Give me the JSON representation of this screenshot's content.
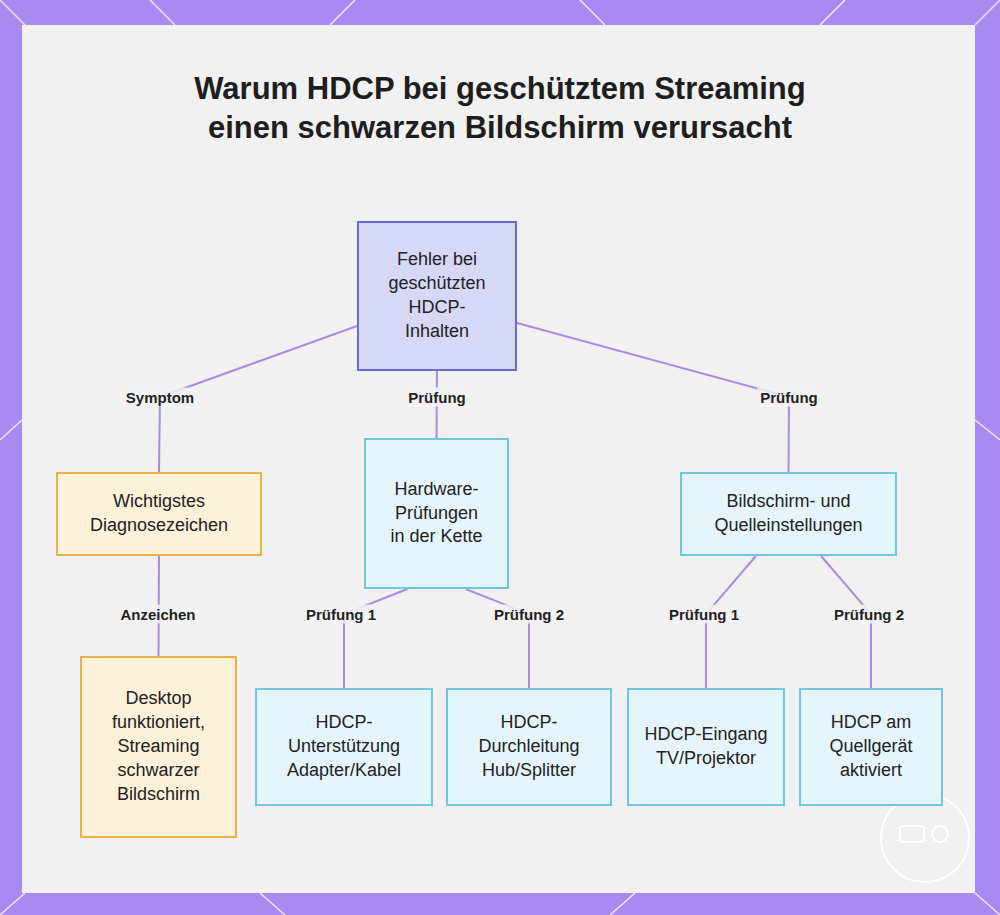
{
  "diagram": {
    "title": "Warum HDCP bei geschütztem Streaming einen schwarzen Bildschirm verursacht",
    "nodes": [
      {
        "text": [
          "Fehler bei geschützten HDCP-Inhalten"
        ]
      },
      {
        "text": [
          "Wichtigstes Diagnosezeichen"
        ]
      },
      {
        "text": [
          "Hardware-Prüfungen in der Kette"
        ]
      },
      {
        "text": [
          "Bildschirm- und Quelleinstellungen"
        ]
      },
      {
        "text": [
          "Desktop funktioniert, Streaming schwarzer Bildschirm"
        ]
      },
      {
        "text": [
          "HDCP-Unterstützung Adapter/Kabel"
        ]
      },
      {
        "text": [
          "HDCP-Durchleitung Hub/Splitter"
        ]
      },
      {
        "text": [
          "HDCP-Eingang TV/Projektor"
        ]
      },
      {
        "text": [
          "HDCP am Quellgerät aktiviert"
        ]
      }
    ],
    "edges": [
      {
        "from": 0,
        "to": 1,
        "label": "Symptom",
        "arrow": "none"
      },
      {
        "from": 0,
        "to": 2,
        "label": "Prüfung",
        "arrow": "none"
      },
      {
        "from": 0,
        "to": 3,
        "label": "Prüfung",
        "arrow": "none"
      },
      {
        "from": 1,
        "to": 4,
        "label": "Anzeichen",
        "arrow": "none"
      },
      {
        "from": 2,
        "to": 5,
        "label": "Prüfung 1",
        "arrow": "none"
      },
      {
        "from": 2,
        "to": 6,
        "label": "Prüfung 2",
        "arrow": "none"
      },
      {
        "from": 3,
        "to": 7,
        "label": "Prüfung 1",
        "arrow": "none"
      },
      {
        "from": 3,
        "to": 8,
        "label": "Prüfung 2",
        "arrow": "none"
      }
    ]
  }
}
